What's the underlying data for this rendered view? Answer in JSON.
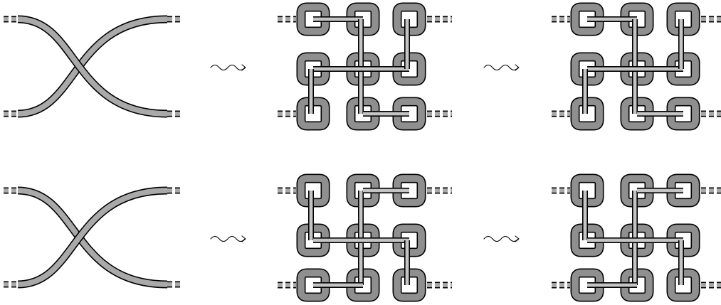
{
  "colors": {
    "background": "#ffffff",
    "outline": "#000000",
    "crossing_strand_fill": "#a9a9a9",
    "ring_fill": "#8f8f8f",
    "bar_fill": "#c4c4c4"
  },
  "figure": {
    "rows": [
      {
        "id": "row-top",
        "crossing": "over-left",
        "stage2": "variant-a",
        "stage3": "variant-a-reduced"
      },
      {
        "id": "row-bottom",
        "crossing": "over-right",
        "stage2": "variant-b",
        "stage3": "variant-b-reduced"
      }
    ],
    "arrow_icon": "squiggle-arrow-icon"
  }
}
